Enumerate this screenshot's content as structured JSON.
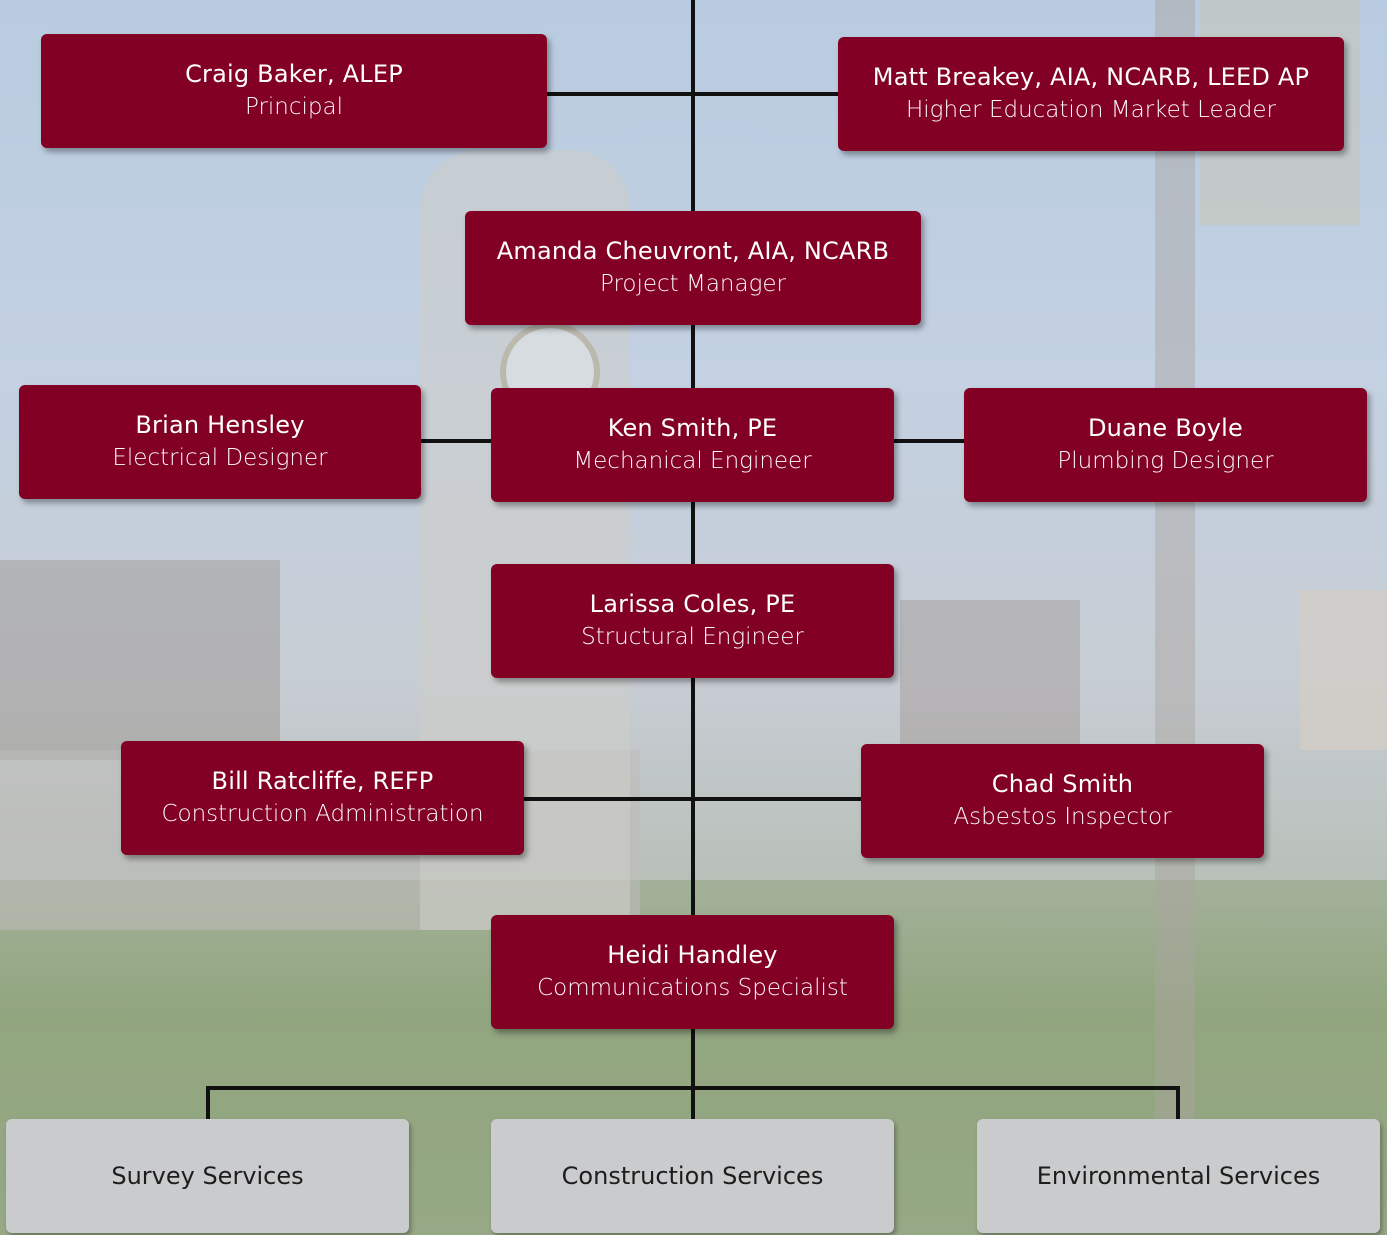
{
  "people": [
    {
      "id": "craig",
      "name": "Craig Baker, ALEP",
      "role": "Principal"
    },
    {
      "id": "matt",
      "name": "Matt Breakey, AIA, NCARB, LEED AP",
      "role": "Higher Education Market Leader"
    },
    {
      "id": "amanda",
      "name": "Amanda Cheuvront, AIA, NCARB",
      "role": "Project Manager"
    },
    {
      "id": "brian",
      "name": "Brian Hensley",
      "role": "Electrical Designer"
    },
    {
      "id": "ken",
      "name": "Ken Smith, PE",
      "role": "Mechanical Engineer"
    },
    {
      "id": "duane",
      "name": "Duane Boyle",
      "role": "Plumbing Designer"
    },
    {
      "id": "larissa",
      "name": "Larissa Coles, PE",
      "role": "Structural Engineer"
    },
    {
      "id": "bill",
      "name": "Bill Ratcliffe, REFP",
      "role": "Construction Administration"
    },
    {
      "id": "chad",
      "name": "Chad Smith",
      "role": "Asbestos Inspector"
    },
    {
      "id": "heidi",
      "name": "Heidi Handley",
      "role": "Communications Specialist"
    }
  ],
  "services": [
    {
      "id": "survey",
      "label": "Survey Services"
    },
    {
      "id": "construction",
      "label": "Construction Services"
    },
    {
      "id": "environmental",
      "label": "Environmental Services"
    }
  ],
  "colors": {
    "box": "#820024",
    "service": "#cacbcd",
    "line": "#111111"
  }
}
